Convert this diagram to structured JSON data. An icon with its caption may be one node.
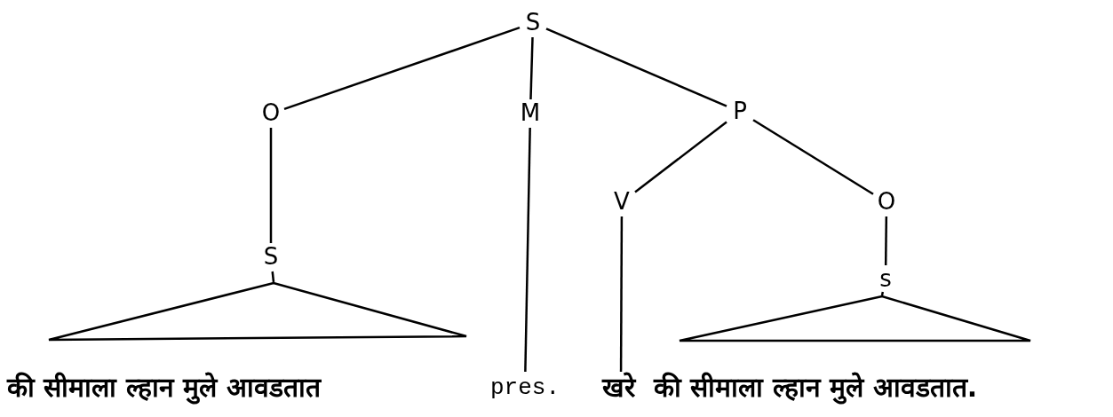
{
  "diagram": {
    "nodes": [
      {
        "text": [
          "S"
        ]
      },
      {
        "text": [
          "O"
        ]
      },
      {
        "text": [
          "M"
        ]
      },
      {
        "text": [
          "P"
        ]
      },
      {
        "text": [
          "V"
        ]
      },
      {
        "text": [
          "O"
        ]
      },
      {
        "text": [
          "S"
        ]
      },
      {
        "text": [
          "s"
        ]
      },
      {
        "text": [],
        "shape": "triangle",
        "beside": [
          "की सीमाला ल्हान मुले आवडतात"
        ]
      },
      {
        "text": [],
        "shape": "triangle",
        "beside": [
          "की सीमाला ल्हान मुले आवडतात."
        ]
      },
      {
        "text": [
          "pres."
        ]
      },
      {
        "text": [
          "खरे"
        ]
      }
    ],
    "edges": [
      {
        "from": 0,
        "to": 1,
        "arrow": "none"
      },
      {
        "from": 0,
        "to": 2,
        "arrow": "none"
      },
      {
        "from": 0,
        "to": 3,
        "arrow": "none"
      },
      {
        "from": 1,
        "to": 6,
        "arrow": "none"
      },
      {
        "from": 3,
        "to": 4,
        "arrow": "none"
      },
      {
        "from": 3,
        "to": 5,
        "arrow": "none"
      },
      {
        "from": 5,
        "to": 7,
        "arrow": "none"
      },
      {
        "from": 6,
        "to": 8,
        "arrow": "none"
      },
      {
        "from": 7,
        "to": 9,
        "arrow": "none"
      },
      {
        "from": 2,
        "to": 10,
        "arrow": "none"
      },
      {
        "from": 4,
        "to": 11,
        "arrow": "none"
      }
    ]
  }
}
